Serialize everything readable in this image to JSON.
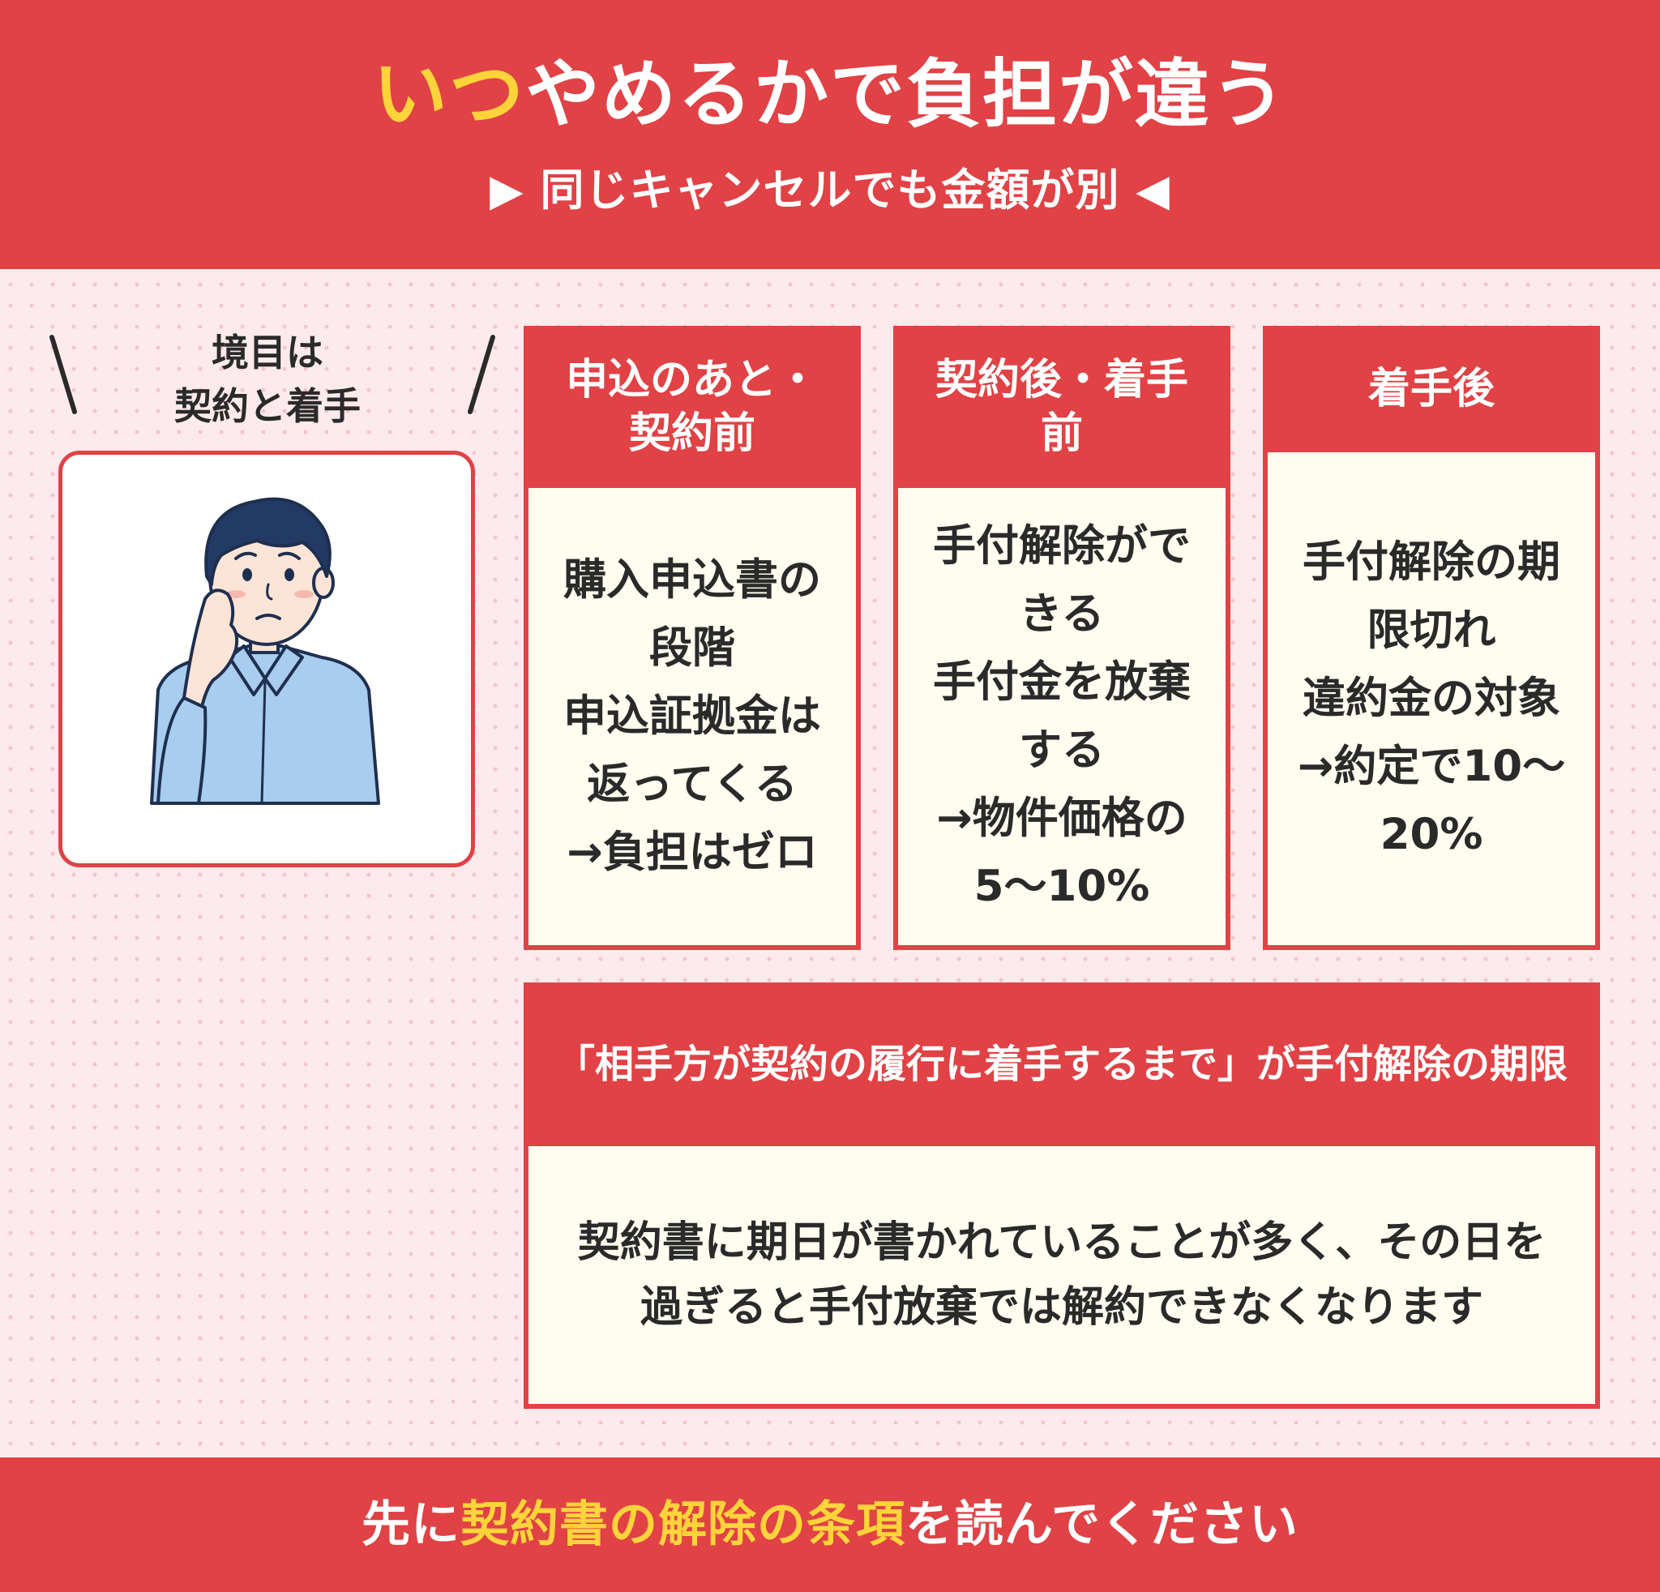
{
  "header": {
    "title_highlight": "いつ",
    "title_rest": "やめるかで負担が違う",
    "subtitle": "▶ 同じキャンセルでも金額が別 ◀"
  },
  "side": {
    "label_line1": "境目は",
    "label_line2": "契約と着手"
  },
  "stages": [
    {
      "title": "申込のあと・契約前",
      "lines": [
        "購入申込書の段階",
        "申込証拠金は返ってくる",
        "→負担はゼロ"
      ]
    },
    {
      "title": "契約後・着手前",
      "lines": [
        "手付解除ができる",
        "手付金を放棄する",
        "→物件価格の5〜10%"
      ]
    },
    {
      "title": "着手後",
      "lines": [
        "手付解除の期限切れ",
        "違約金の対象",
        "→約定で10〜20%"
      ]
    }
  ],
  "deadline": {
    "title": "「相手方が契約の履行に着手するまで」が手付解除の期限",
    "body": "契約書に期日が書かれていることが多く、その日を過ぎると手付放棄では解約できなくなります"
  },
  "footer": {
    "pre": "先に",
    "hl1": "契約書の解除の条項",
    "post": "を読んでください"
  },
  "colors": {
    "brand_red": "#e04245",
    "highlight_yellow": "#ffd43b",
    "card_bg": "#fffdf0",
    "page_bg": "#fdeaec"
  },
  "icons": {
    "worried_man": "worried-man-illustration",
    "slash_left": "slash-left",
    "slash_right": "slash-right"
  }
}
